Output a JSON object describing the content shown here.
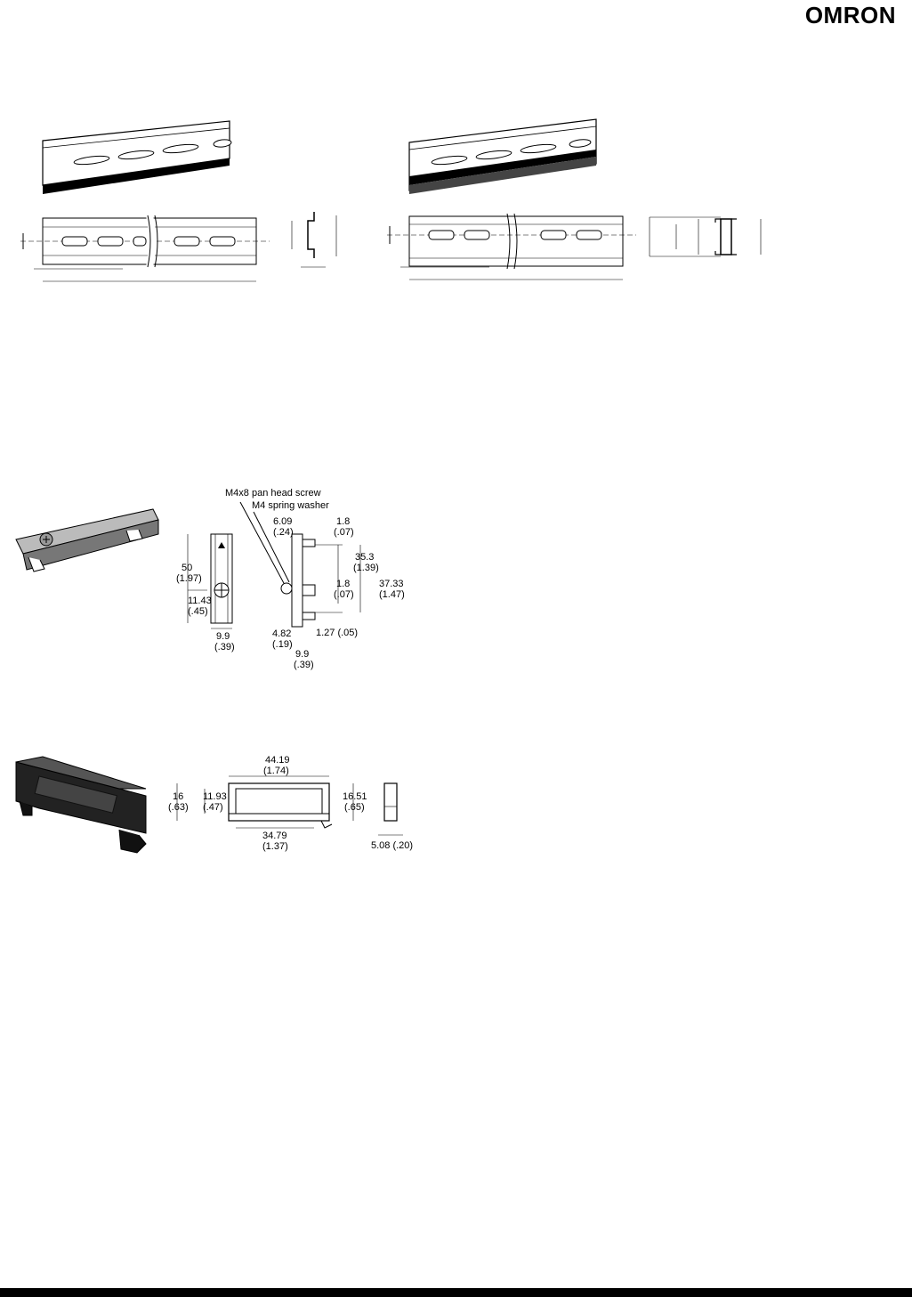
{
  "brand": {
    "logo_text": "OMRON"
  },
  "end_plate": {
    "labels": {
      "screw": "M4x8 pan head screw",
      "washer": "M4 spring washer"
    },
    "dims": {
      "d50": "50",
      "d50_in": "(1.97)",
      "d11_43": "11.43",
      "d11_43_in": "(.45)",
      "d9_9a": "9.9",
      "d9_9a_in": "(.39)",
      "d6_09": "6.09",
      "d6_09_in": "(.24)",
      "d1_8a": "1.8",
      "d1_8a_in": "(.07)",
      "d35_3": "35.3",
      "d35_3_in": "(1.39)",
      "d1_8b": "1.8",
      "d1_8b_in": "(.07)",
      "d37_33": "37.33",
      "d37_33_in": "(1.47)",
      "d4_82": "4.82",
      "d4_82_in": "(.19)",
      "d1_27": "1.27 (.05)",
      "d9_9b": "9.9",
      "d9_9b_in": "(.39)"
    }
  },
  "spacer": {
    "dims": {
      "d44_19": "44.19",
      "d44_19_in": "(1.74)",
      "d16": "16",
      "d16_in": "(.63)",
      "d11_93": "11.93",
      "d11_93_in": "(.47)",
      "d16_51": "16.51",
      "d16_51_in": "(.65)",
      "d34_79": "34.79",
      "d34_79_in": "(1.37)",
      "d5_08": "5.08 (.20)"
    }
  }
}
